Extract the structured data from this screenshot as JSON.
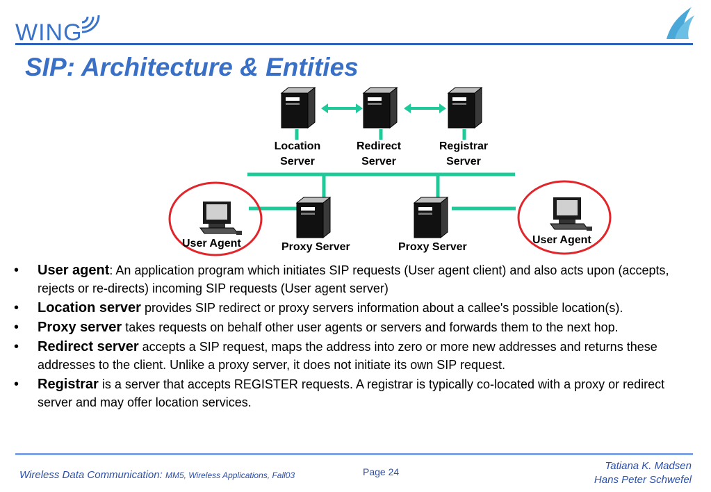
{
  "header": {
    "logo_text": "WING",
    "title": "SIP: Architecture & Entities"
  },
  "diagram": {
    "location_server": [
      "Location",
      "Server"
    ],
    "redirect_server": [
      "Redirect",
      "Server"
    ],
    "registrar_server": [
      "Registrar",
      "Server"
    ],
    "user_agent_left": "User Agent",
    "proxy_left": "Proxy Server",
    "proxy_right": "Proxy Server",
    "user_agent_right": "User Agent",
    "colors": {
      "link": "#1ec99a",
      "arrow": "#1ec99a",
      "highlight": "#e0252b"
    }
  },
  "bullets": [
    {
      "term": "User agent",
      "text": ": An application program which initiates SIP requests (User agent client) and also acts upon (accepts, rejects or re-directs) incoming SIP requests (User agent server)"
    },
    {
      "term": "Location server",
      "text": " provides SIP redirect or proxy servers information about a callee's possible location(s)."
    },
    {
      "term": "Proxy server",
      "text": " takes requests on behalf  other user agents or servers and forwards them to the next hop."
    },
    {
      "term": "Redirect server",
      "text": " accepts a SIP request, maps the address into zero or more new addresses and returns these addresses to the client. Unlike a proxy server, it does not initiate its own SIP request."
    },
    {
      "term": "Registrar",
      "text": " is a server that accepts REGISTER requests. A registrar is typically co-located with a proxy or redirect server and may offer location services."
    }
  ],
  "footer": {
    "course": "Wireless Data Communication:",
    "course_detail": "MM5, Wireless Applications, Fall03",
    "page": "Page 24",
    "author1": "Tatiana K. Madsen",
    "author2": "Hans Peter Schwefel"
  }
}
